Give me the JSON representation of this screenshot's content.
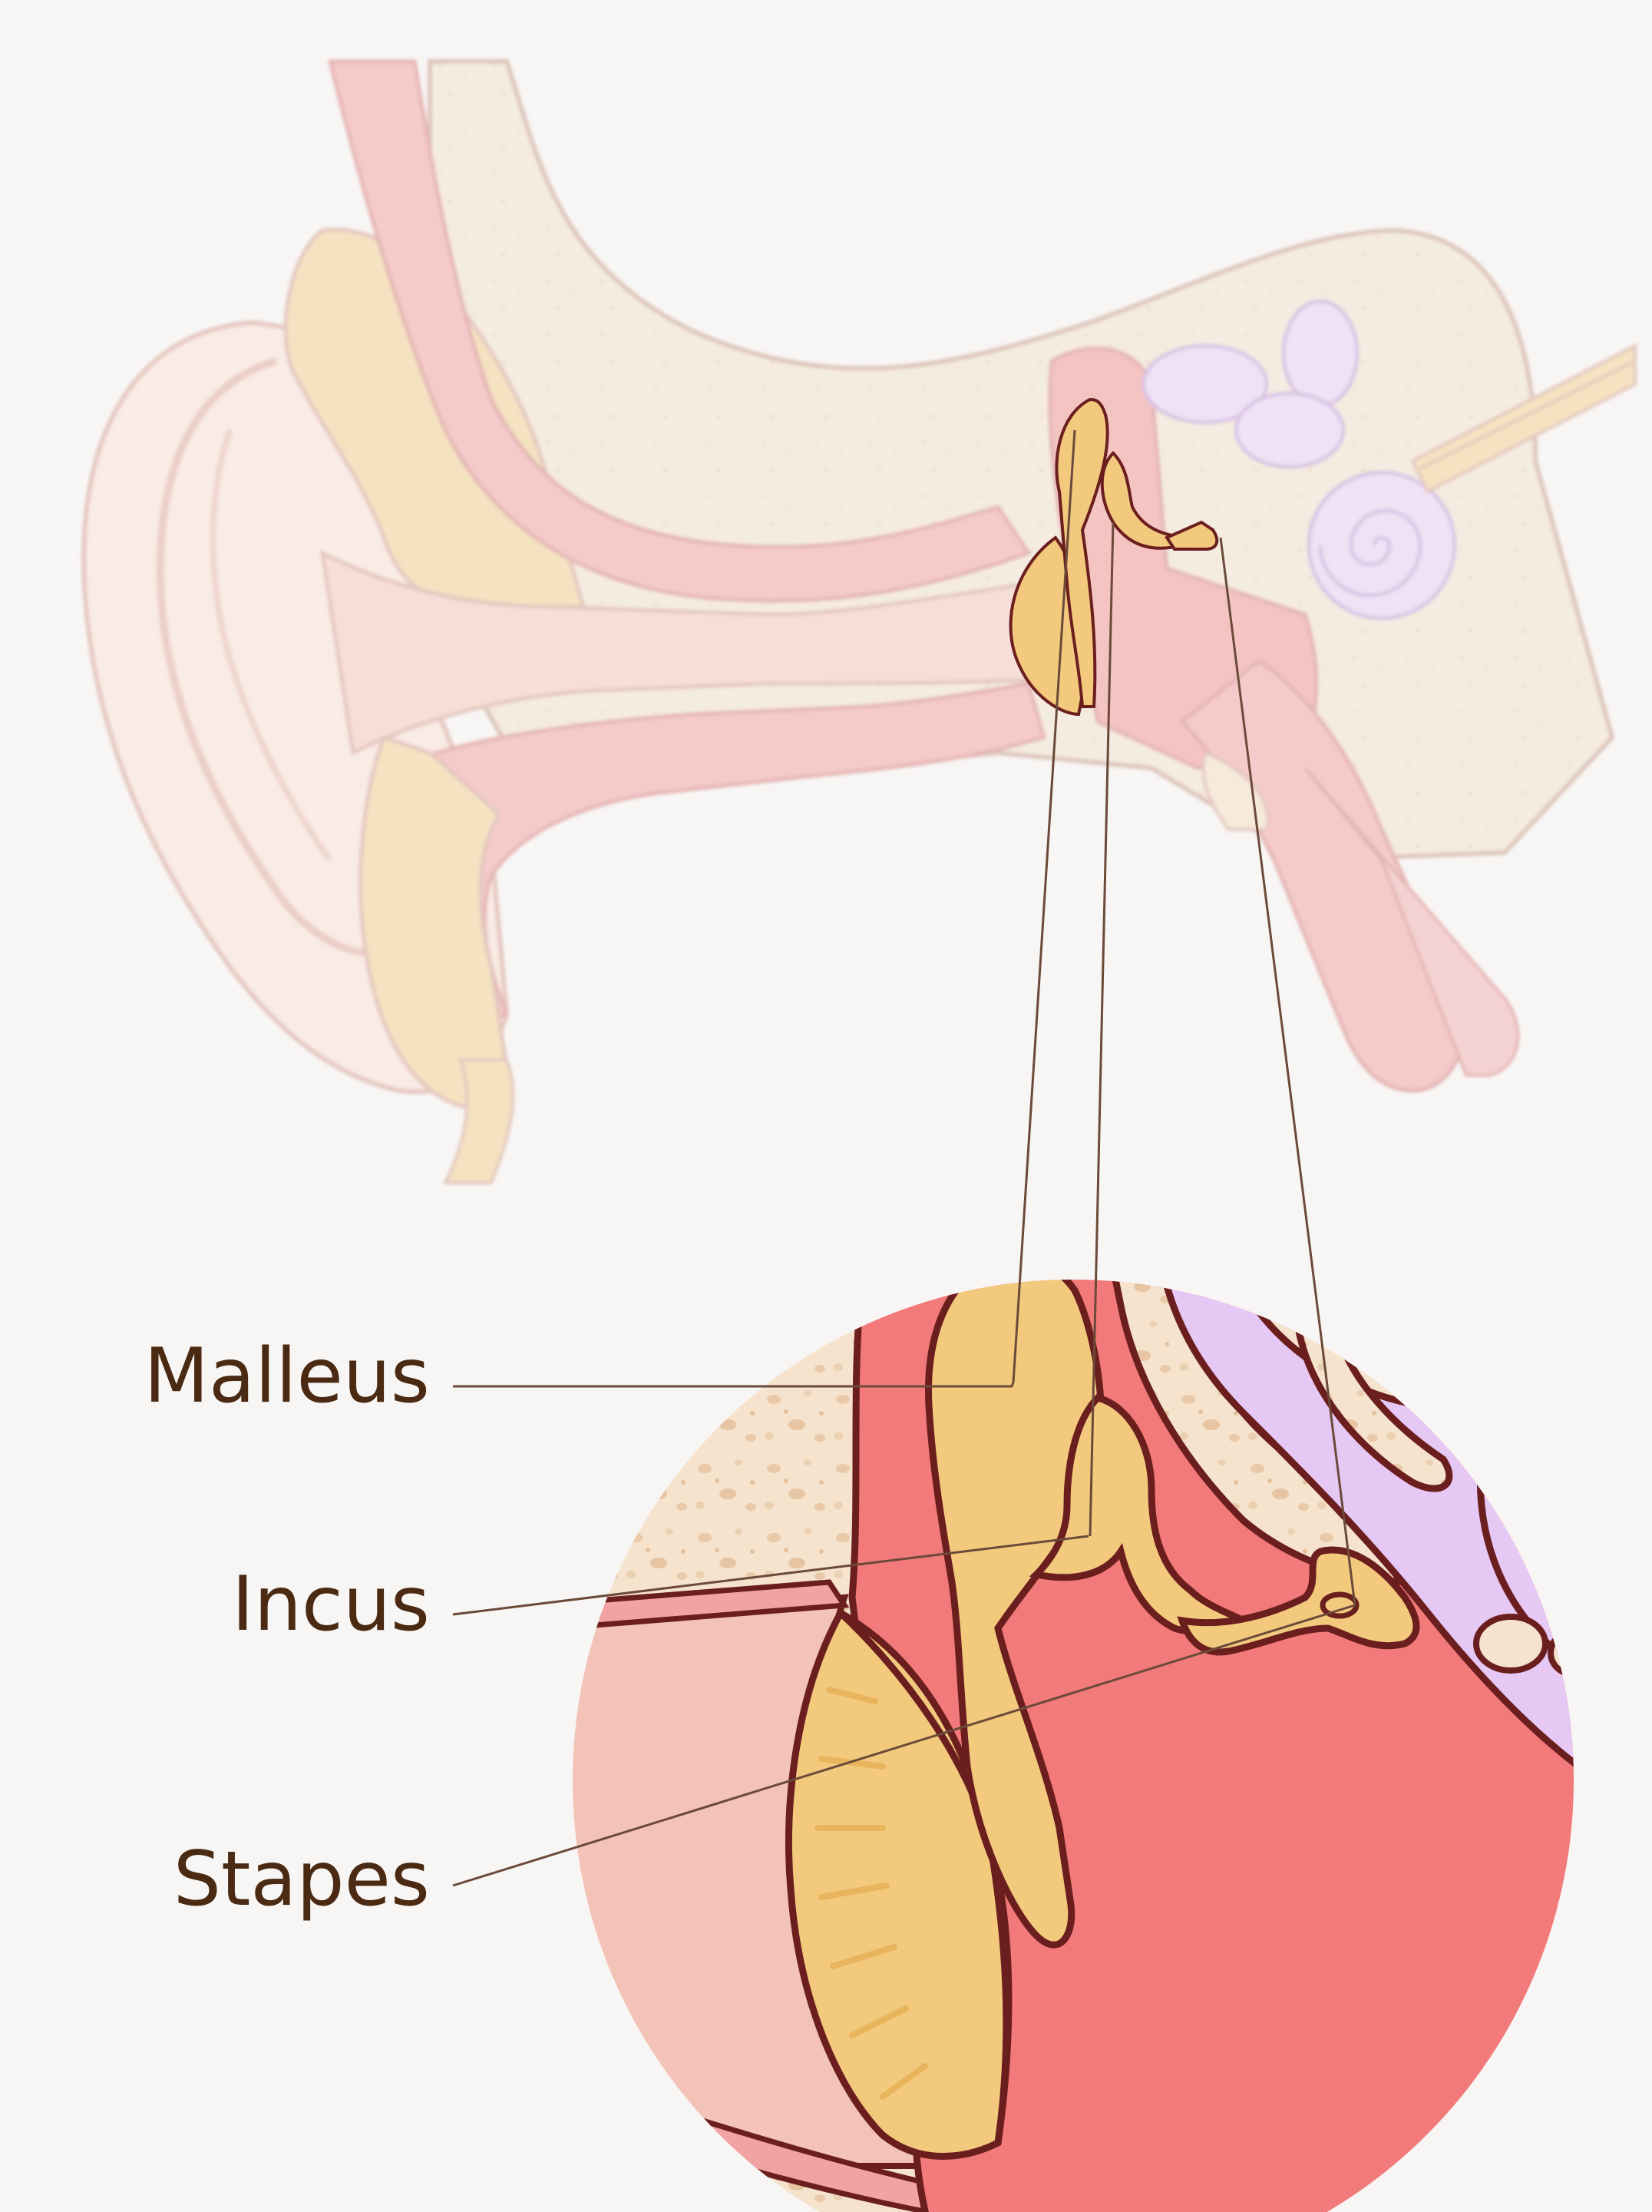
{
  "labels": {
    "malleus": "Malleus",
    "incus": "Incus",
    "stapes": "Stapes"
  },
  "colors": {
    "background": "#f8f6f4",
    "outline": "#6b1e1e",
    "bone": "#f3c97e",
    "bone_shade": "#e8b45c",
    "cavity": "#f27a7a",
    "canal_skin": "#f3c3b8",
    "inner_ear": "#e6c8f5",
    "skull_bone": "#f5e3cd",
    "ear_skin": "#f9e2d8",
    "muscle": "#f1a2a2",
    "leader_line": "#6b4a3a",
    "label_text": "#4a2a12"
  }
}
